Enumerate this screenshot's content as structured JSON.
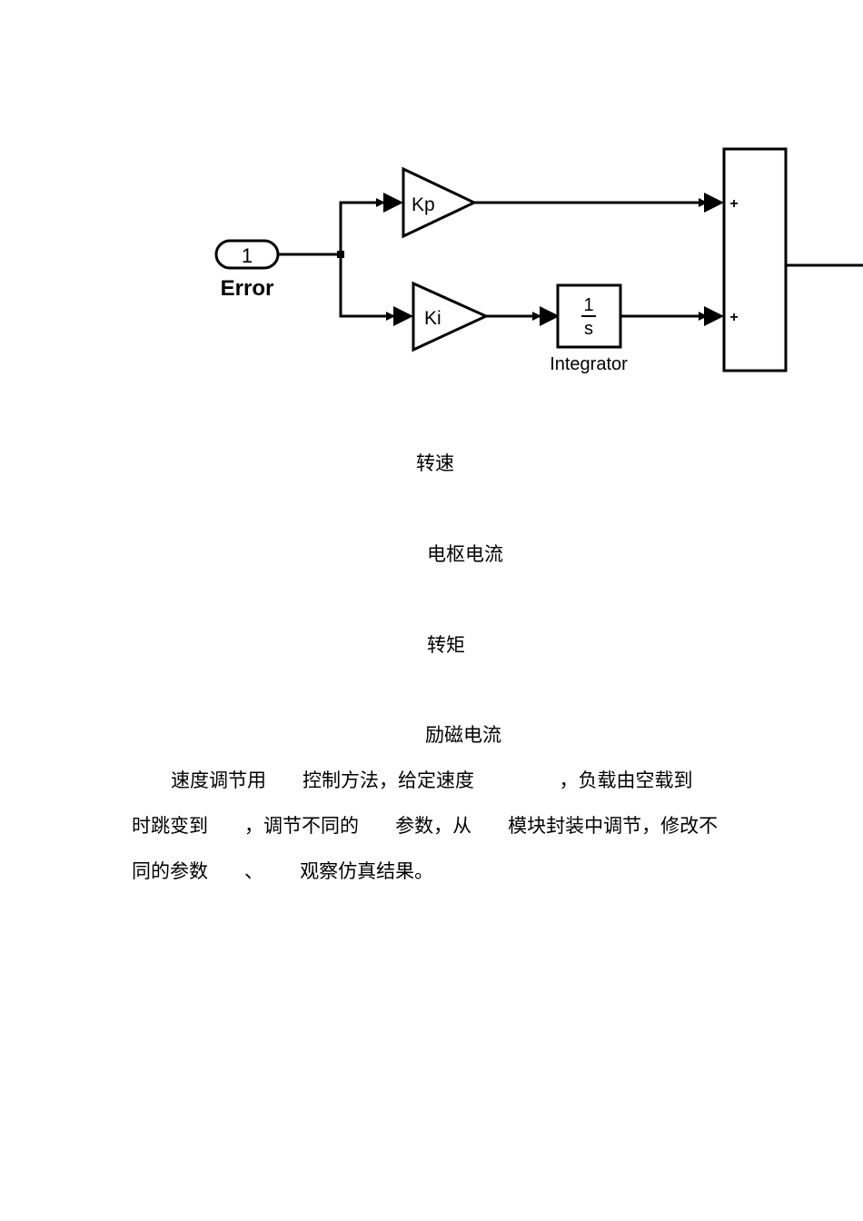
{
  "diagram": {
    "inport": {
      "number": "1",
      "label": "Error"
    },
    "gain_p": {
      "label": "Kp"
    },
    "gain_i": {
      "label": "Ki"
    },
    "integrator": {
      "numerator": "1",
      "denominator": "s",
      "label": "Integrator"
    },
    "sum": {
      "signs": [
        "+",
        "+"
      ]
    }
  },
  "captions": [
    "转速",
    "电枢电流",
    "转矩",
    "励磁电流"
  ],
  "paragraph": {
    "lines": [
      "速度调节用      控制方法，给定速度              ，负载由空载到",
      "时跳变到      ，调节不同的      参数，从      模块封装中调节，修改不",
      "同的参数      、      观察仿真结果。"
    ]
  }
}
